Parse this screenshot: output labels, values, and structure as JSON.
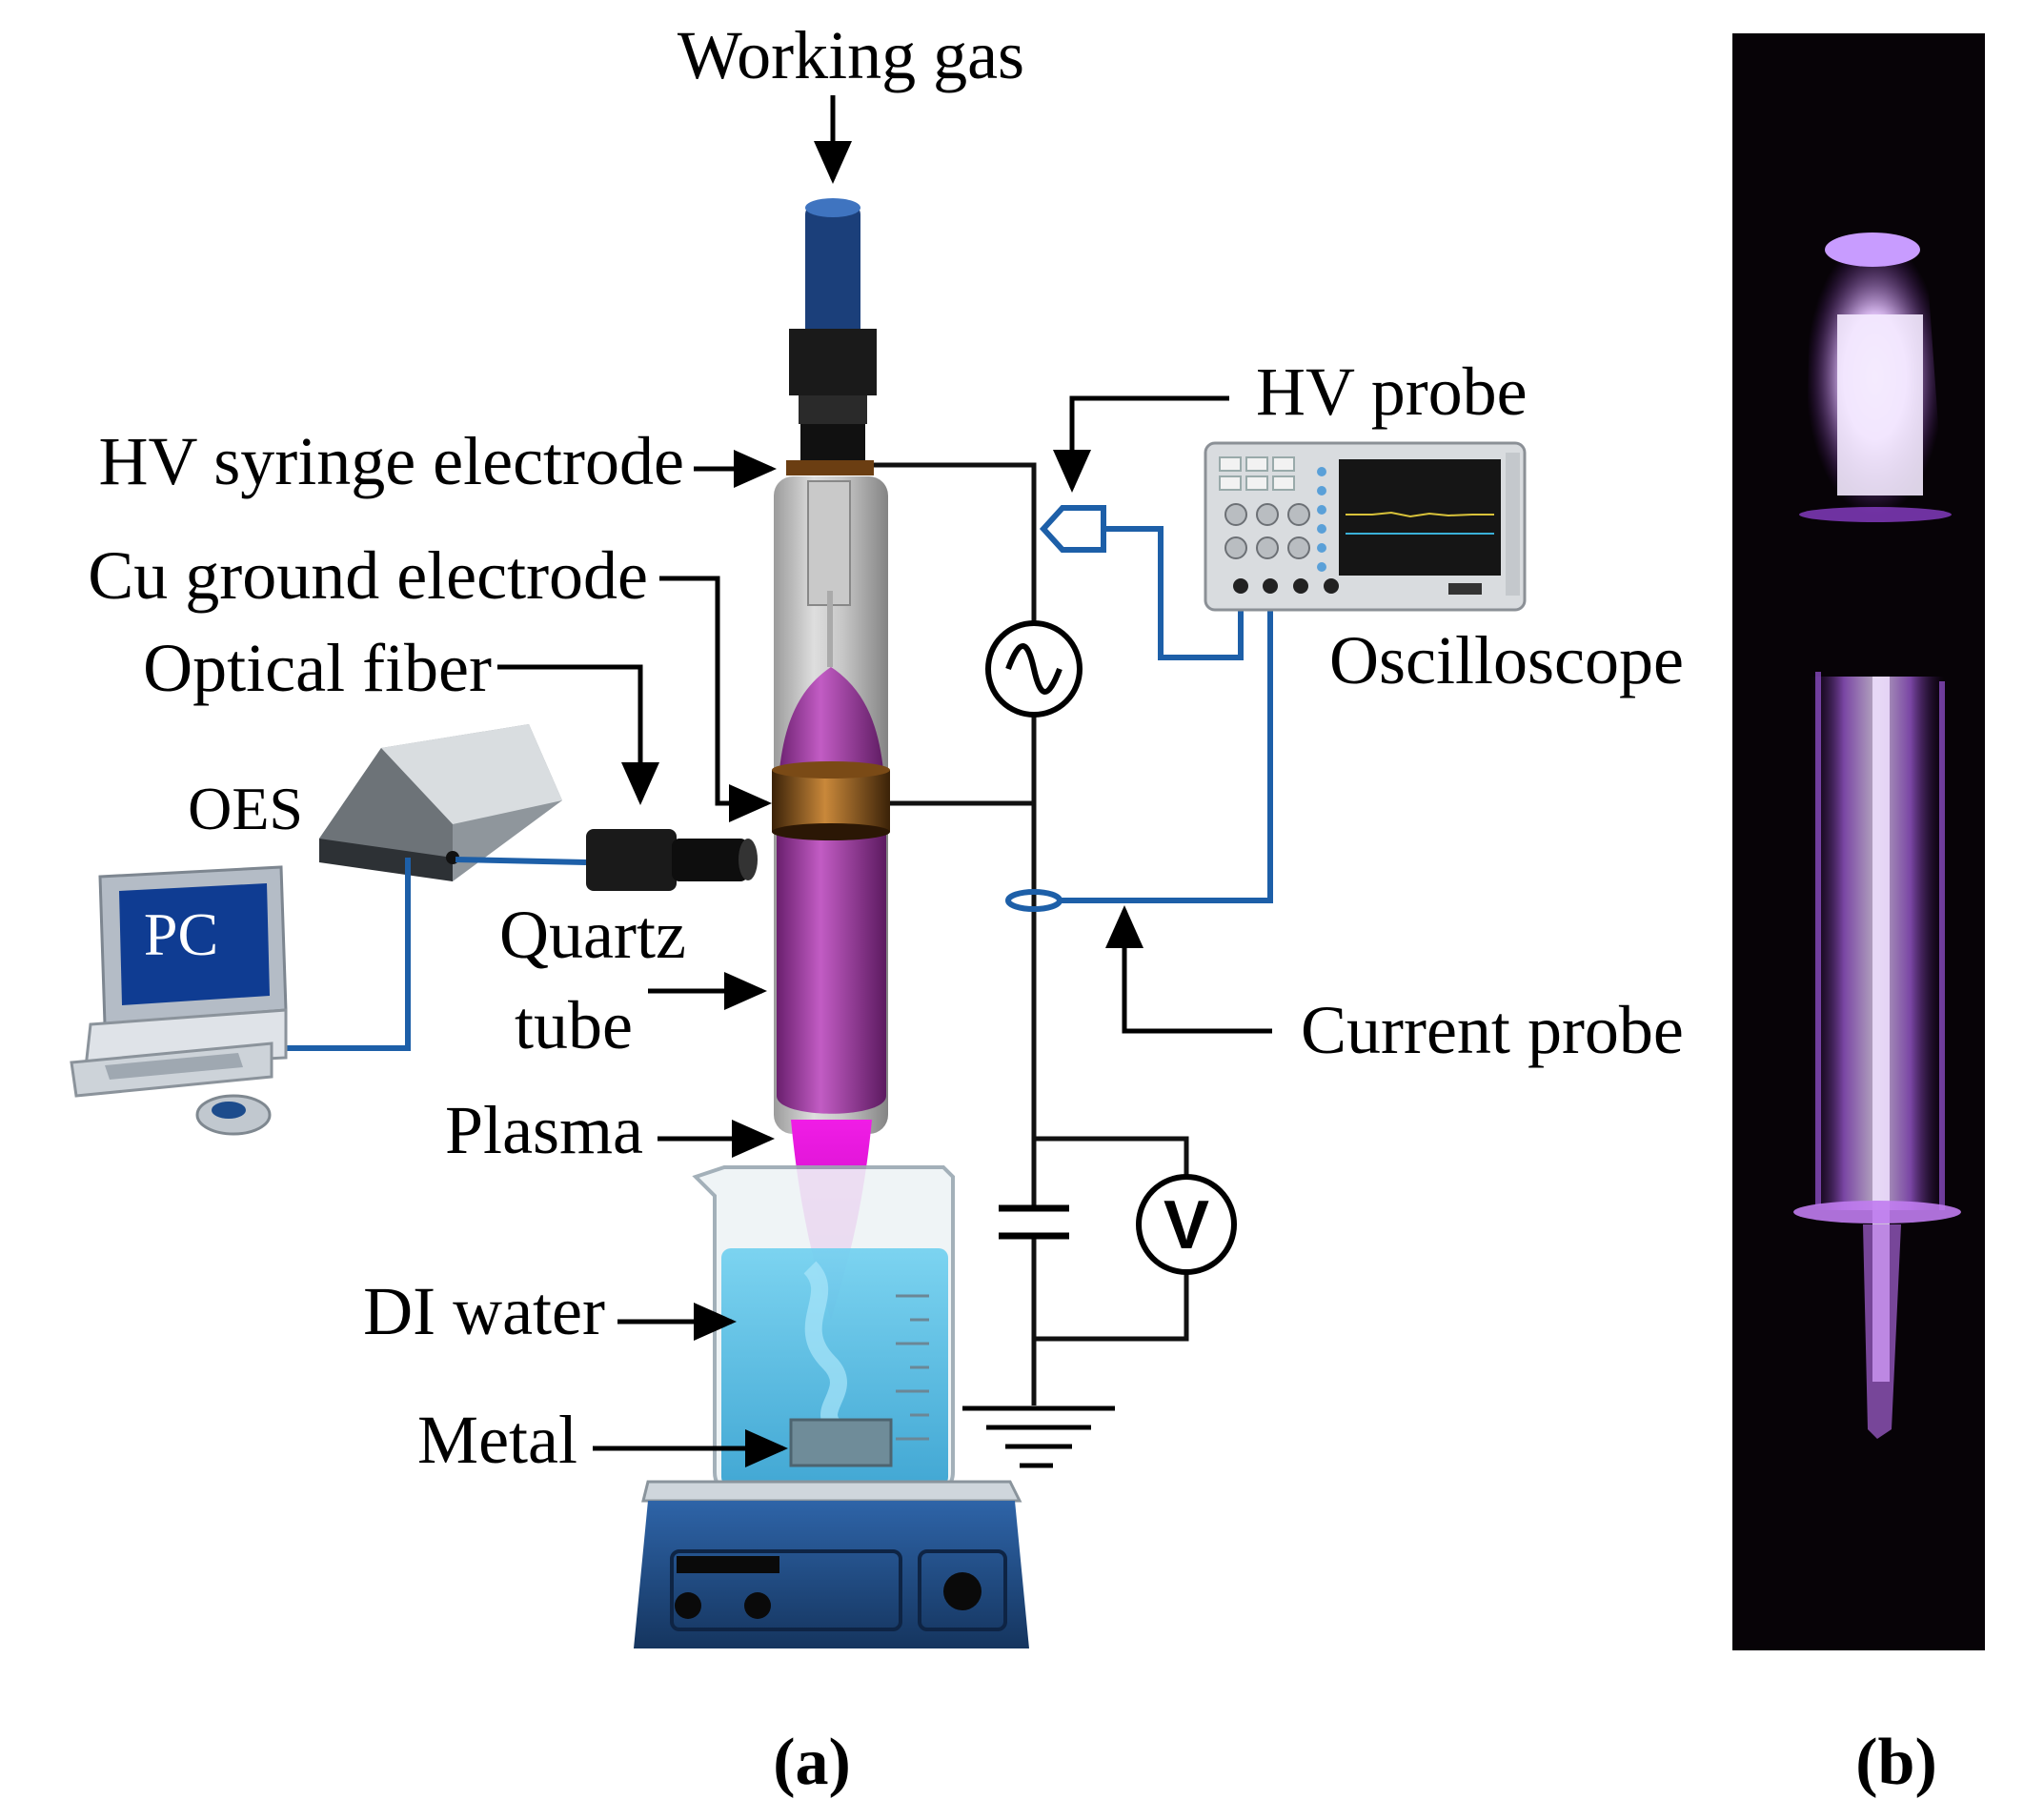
{
  "labels": {
    "working_gas": "Working gas",
    "hv_syringe_electrode": "HV syringe electrode",
    "cu_ground_electrode": "Cu ground electrode",
    "optical_fiber": "Optical fiber",
    "oes": "OES",
    "pc": "PC",
    "quartz": "Quartz",
    "tube": "tube",
    "plasma": "Plasma",
    "di_water": "DI water",
    "metal": "Metal",
    "hv_probe": "HV probe",
    "oscilloscope": "Oscilloscope",
    "current_probe": "Current probe",
    "voltmeter_symbol": "V"
  },
  "captions": {
    "a": "(a)",
    "b": "(b)"
  },
  "colors": {
    "plasma": "#b43fb4",
    "plasma_jet": "#e010d8",
    "wiring_blue": "#1d5fa8",
    "stirrer_blue": "#1f4c86",
    "water": "#5fc6ea",
    "photo_glow": "#c07cf0"
  }
}
